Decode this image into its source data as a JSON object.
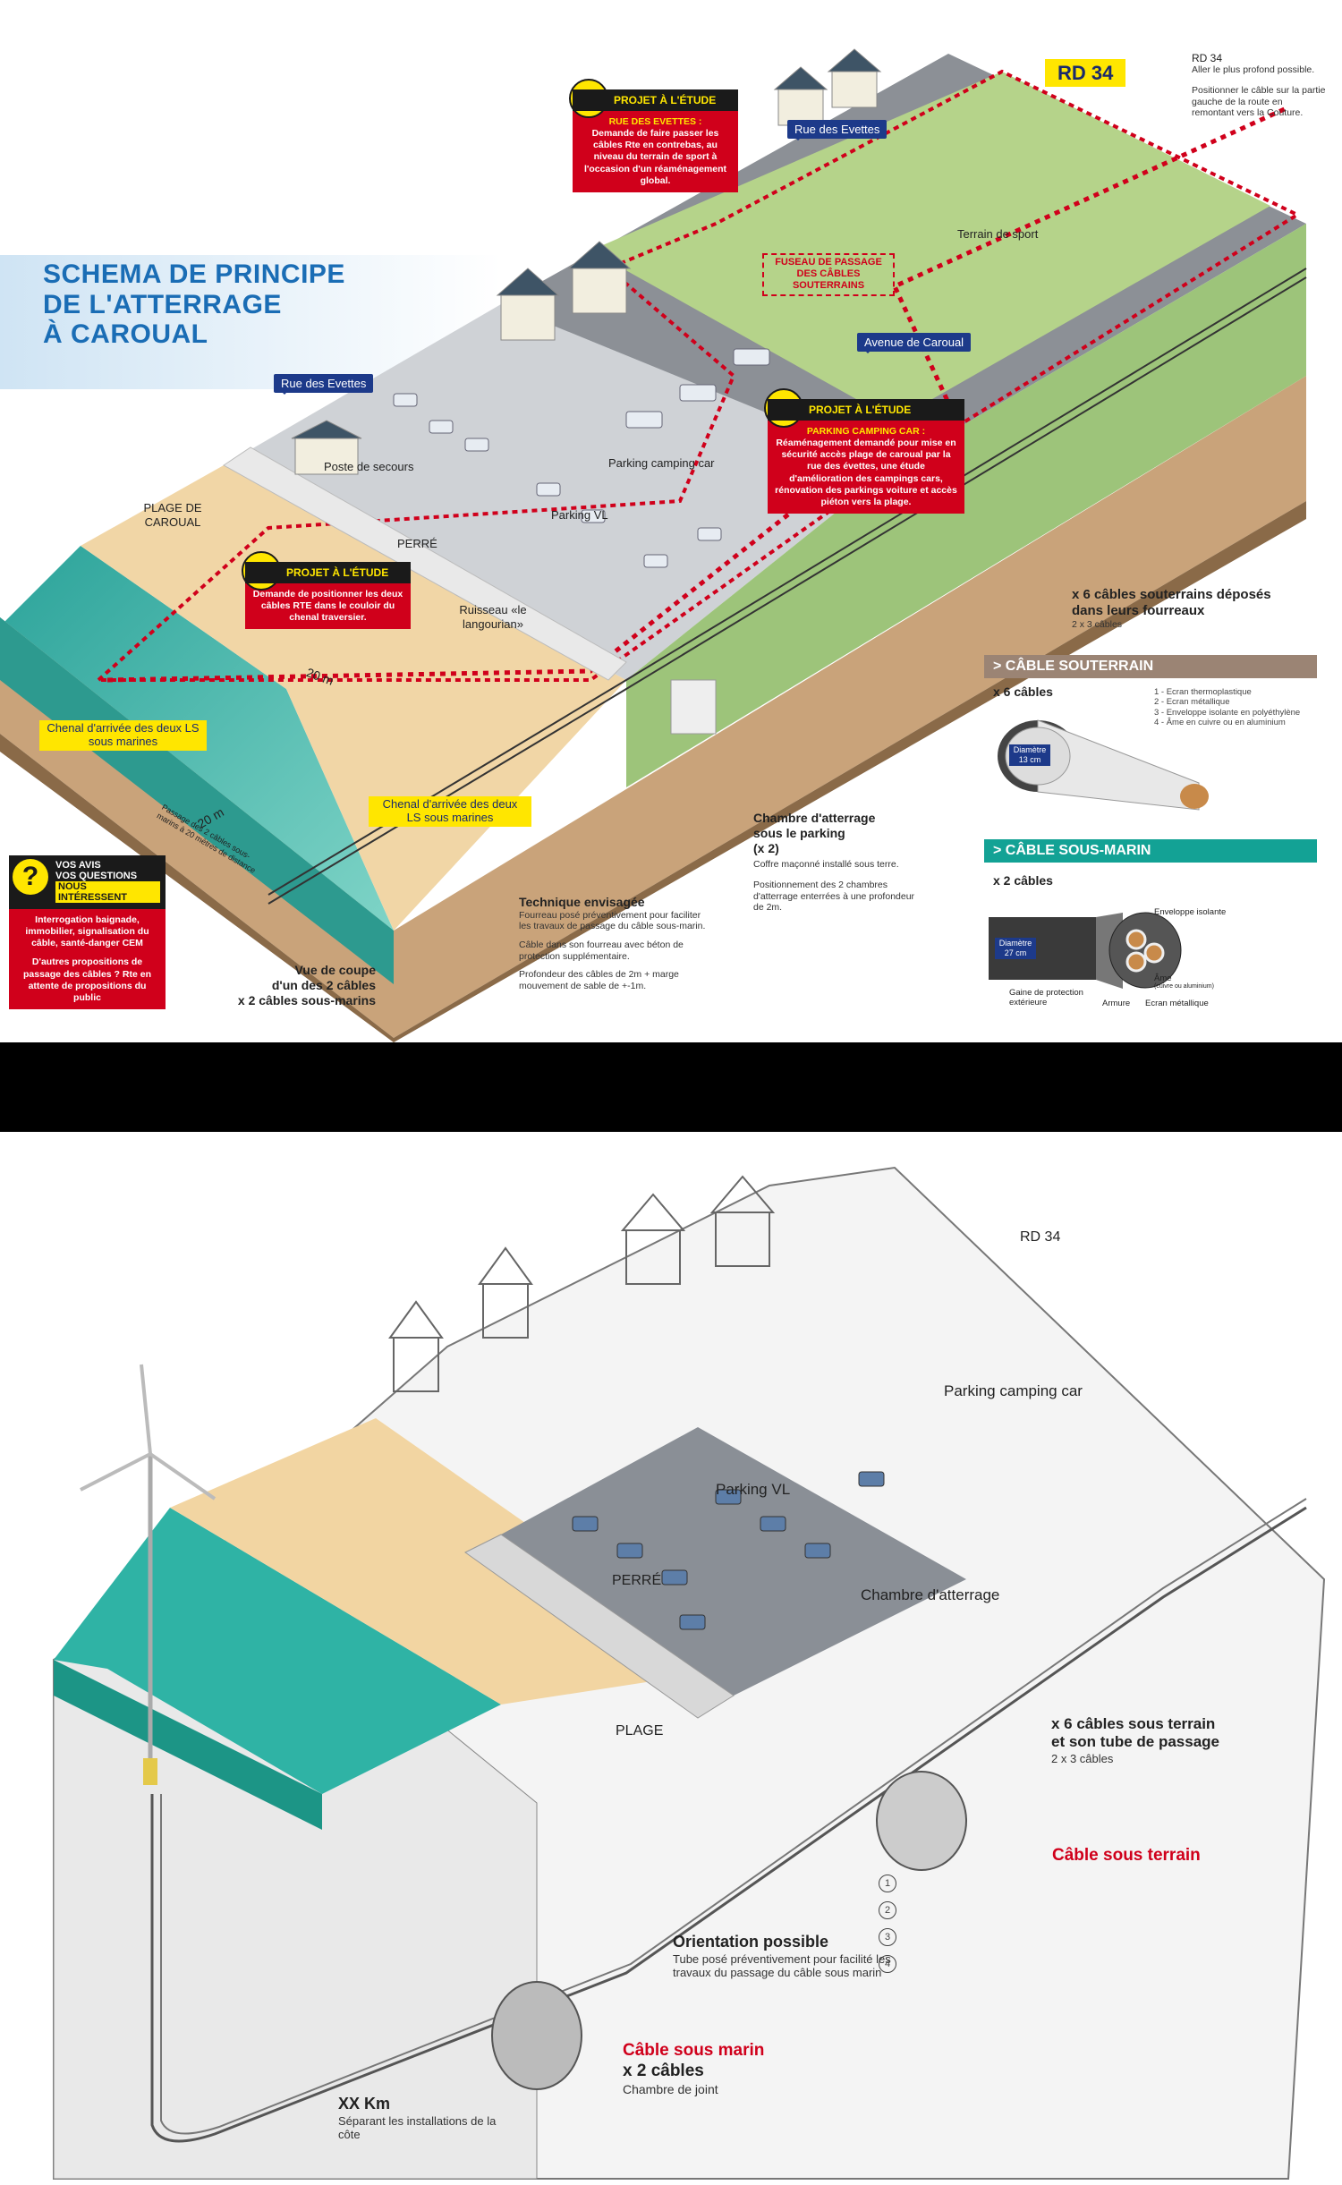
{
  "top": {
    "title_lines": [
      "SCHEMA DE PRINCIPE",
      "DE L'ATTERRAGE",
      "À CAROUAL"
    ],
    "rd34_badge": "RD 34",
    "rd34_note": {
      "title": "RD 34",
      "line1": "Aller le plus profond possible.",
      "line2": "Positionner le câble sur la partie gauche de la route en remontant vers la Couture."
    },
    "tags": {
      "rue_evettes_top": "Rue des Evettes",
      "rue_evettes_left": "Rue des Evettes",
      "avenue_caroual": "Avenue de Caroual"
    },
    "labels": {
      "terrain_sport": "Terrain de sport",
      "fuseau": "FUSEAU DE PASSAGE DES CÂBLES SOUTERRAINS",
      "poste_secours": "Poste de secours",
      "parking_camping": "Parking camping car",
      "parking_vl": "Parking VL",
      "perre": "PERRÉ",
      "plage": "PLAGE DE CAROUAL",
      "ruisseau": "Ruisseau «le langourian»",
      "dist_20m_a": "20 m",
      "dist_20m_b": "20 m",
      "passage_note": "Passage des 2 câbles sous-marins à 20 mètres de distance"
    },
    "chenal": {
      "left": "Chenal d'arrivée des deux LS sous marines",
      "right": "Chenal d'arrivée des deux LS sous marines"
    },
    "study_boxes": [
      {
        "head": "PROJET À L'ÉTUDE",
        "title": "RUE DES EVETTES :",
        "body": "Demande de faire passer les câbles Rte en contrebas, au niveau du terrain de sport à l'occasion d'un réaménagement global."
      },
      {
        "head": "PROJET À L'ÉTUDE",
        "title": "PARKING CAMPING CAR :",
        "body": "Réaménagement demandé pour mise en sécurité accès plage de caroual par la rue des évettes, une étude d'amélioration des campings cars, rénovation des parkings voiture et accès piéton vers la plage."
      },
      {
        "head": "PROJET À L'ÉTUDE",
        "title": "",
        "body": "Demande de positionner les deux câbles RTE dans le couloir du chenal traversier."
      }
    ],
    "avis": {
      "head_lines": [
        "VOS AVIS",
        "VOS QUESTIONS",
        "NOUS INTÉRESSENT"
      ],
      "body1": "Interrogation baignade, immobilier, signalisation du câble, santé-danger CEM",
      "body2": "D'autres propositions de passage des câbles ? Rte en attente de propositions du public"
    },
    "six_cables": {
      "line1": "x 6 câbles souterrains déposés",
      "line2": "dans leurs fourreaux",
      "sub": "2 x 3 câbles"
    },
    "chambre": {
      "line1": "Chambre d'atterrage",
      "line2": "sous le parking",
      "line3": "(x 2)",
      "sub1": "Coffre maçonné installé sous terre.",
      "sub2": "Positionnement des 2 chambres d'atterrage enterrées à une profondeur de 2m."
    },
    "technique": {
      "title": "Technique envisagée",
      "sub1": "Fourreau posé préventivement pour faciliter les travaux de passage du câble sous-marin.",
      "sub2": "Câble dans son fourreau avec béton de protection supplémentaire.",
      "sub3": "Profondeur des câbles de 2m + marge mouvement de sable de +-1m."
    },
    "vue_coupe": {
      "line1": "Vue de coupe",
      "line2": "d'un des 2 câbles",
      "line3": "x 2 câbles sous-marins"
    },
    "cable_souterrain": {
      "header": "> CÂBLE SOUTERRAIN",
      "count": "x 6 câbles",
      "diam": "Diamètre 13 cm",
      "legend": [
        "1 - Ecran thermoplastique",
        "2 - Ecran métallique",
        "3 - Enveloppe isolante en polyéthylène",
        "4 - Âme en cuivre ou en aluminium"
      ]
    },
    "cable_sousmarin": {
      "header": "> CÂBLE SOUS-MARIN",
      "count": "x 2 câbles",
      "diam": "Diamètre 27 cm",
      "parts": {
        "enveloppe": "Enveloppe isolante",
        "ame": "Âme",
        "ame_sub": "(cuivre ou aluminium)",
        "gaine": "Gaine de protection extérieure",
        "armure": "Armure",
        "ecran": "Ecran métallique"
      }
    },
    "colors": {
      "title_blue": "#1a6db5",
      "tag_blue": "#1d3a8a",
      "alert_red": "#d0001b",
      "alert_yellow": "#ffe600",
      "sea": "#3fb8a8",
      "sand": "#f1d6a6",
      "earth": "#c9a37a",
      "grass": "#b5d38a"
    }
  },
  "bottom": {
    "rd34": "RD 34",
    "parking_camping": "Parking camping car",
    "parking_vl": "Parking VL",
    "perre": "PERRÉ",
    "chambre": "Chambre d'atterrage",
    "plage": "PLAGE",
    "six_cables": {
      "line1": "x 6 câbles sous terrain",
      "line2": "et son tube de passage",
      "sub": "2 x 3 câbles"
    },
    "cable_sous_terrain": "Câble sous terrain",
    "legend_numbers": [
      "1",
      "2",
      "3",
      "4"
    ],
    "orientation": {
      "title": "Orientation possible",
      "sub": "Tube posé préventivement pour facilité les travaux du passage du câble sous marin"
    },
    "cable_sous_marin": {
      "line1": "Câble sous marin",
      "line2": "x 2 câbles",
      "sub": "Chambre de joint"
    },
    "xx_km": {
      "title": "XX Km",
      "sub": "Séparant les installations de la côte"
    }
  }
}
